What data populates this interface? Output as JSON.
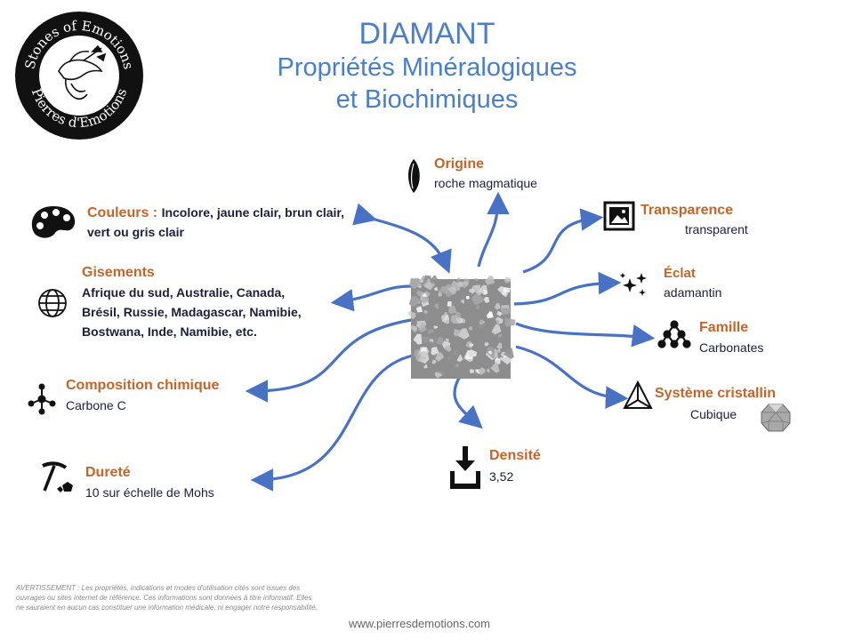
{
  "header": {
    "title": "DIAMANT",
    "subtitle_line1": "Propriétés Minéralogiques",
    "subtitle_line2": "et Biochimiques"
  },
  "logo": {
    "text_top": "Stones of Emotions",
    "text_bottom": "Pierres d'Emotions"
  },
  "properties": {
    "origine": {
      "label": "Origine",
      "value": "roche magmatique",
      "icon": "obsidian-blade-icon"
    },
    "couleurs": {
      "label": "Couleurs :",
      "value_line1": "Incolore, jaune clair, brun clair,",
      "value_line2": "vert ou gris clair",
      "icon": "palette-icon"
    },
    "gisements": {
      "label": "Gisements",
      "value_line1": "Afrique du sud, Australie, Canada,",
      "value_line2": "Brésil, Russie, Madagascar, Namibie,",
      "value_line3": "Bostwana, Inde, Namibie, etc.",
      "icon": "globe-icon"
    },
    "composition": {
      "label": "Composition chimique",
      "value": "Carbone C",
      "icon": "molecule-icon"
    },
    "durete": {
      "label": "Dureté",
      "value": "10 sur échelle de Mohs",
      "icon": "pickaxe-icon"
    },
    "transparence": {
      "label": "Transparence",
      "value": "transparent",
      "icon": "image-icon"
    },
    "eclat": {
      "label": "Éclat",
      "value": "adamantin",
      "icon": "sparkle-icon"
    },
    "famille": {
      "label": "Famille",
      "value": "Carbonates",
      "icon": "hierarchy-icon"
    },
    "systeme": {
      "label": "Système cristallin",
      "value": "Cubique",
      "icon": "triangle-icon"
    },
    "densite": {
      "label": "Densité",
      "value": "3,52",
      "icon": "download-tray-icon"
    }
  },
  "footer": {
    "disclaimer": "AVERTISSEMENT : Les propriétés, indications et modes d'utilisation cités sont issues des ouvrages ou sites internet de référence. Ces informations sont données à titre informatif. Elles ne sauraient en aucun cas constituer une information médicale, ni engager notre responsabilité.",
    "website": "www.pierresdemotions.com"
  },
  "colors": {
    "title": "#4a7fc8",
    "label": "#c3642a",
    "arrow": "#4a72c4",
    "text": "#1b1f3a"
  }
}
